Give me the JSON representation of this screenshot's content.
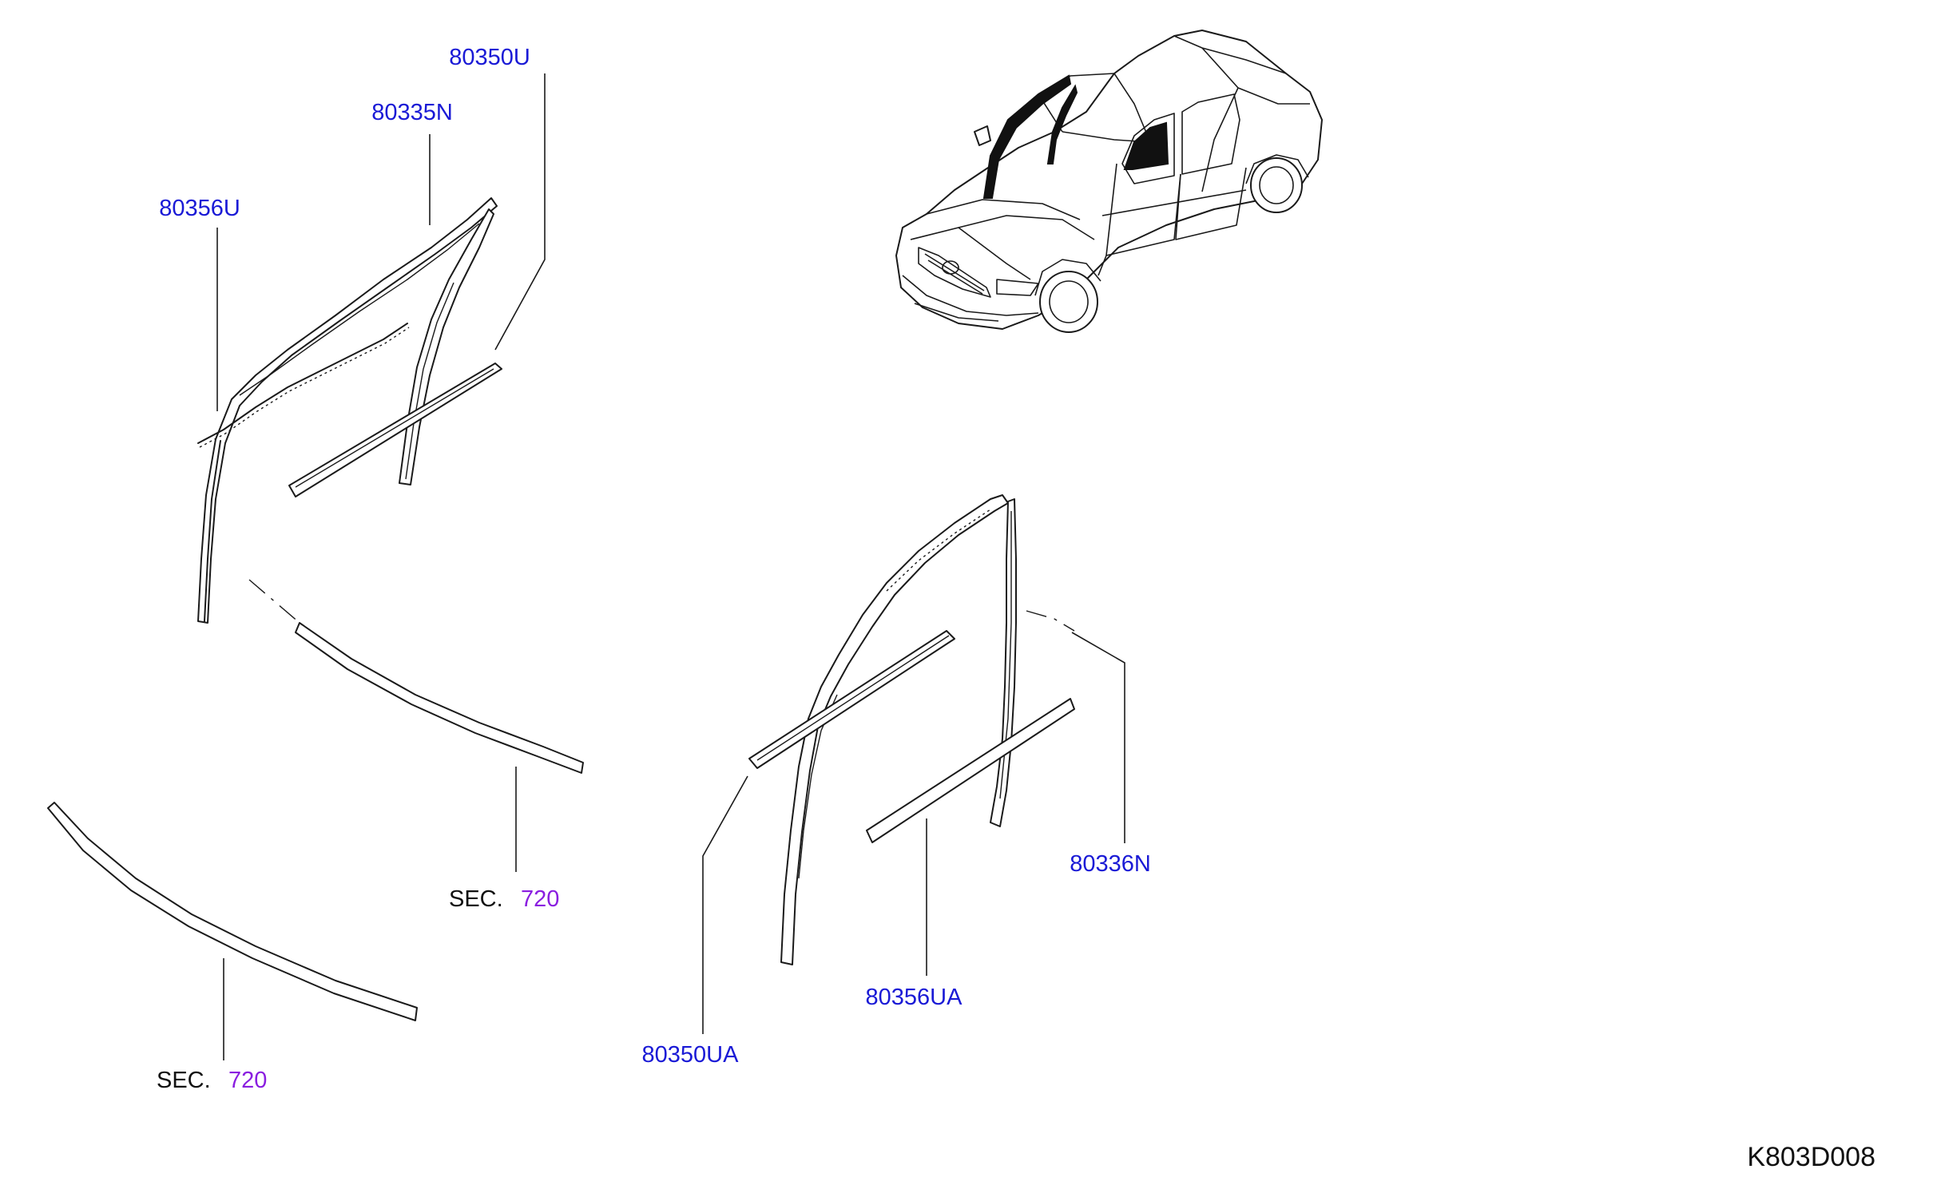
{
  "callouts": {
    "p80350U": "80350U",
    "p80335N": "80335N",
    "p80356U": "80356U",
    "p80336N": "80336N",
    "p80356UA": "80356UA",
    "p80350UA": "80350UA"
  },
  "section_refs": [
    {
      "prefix": "SEC.",
      "number": "720"
    },
    {
      "prefix": "SEC.",
      "number": "720"
    }
  ],
  "drawing_code": "K803D008",
  "colors": {
    "part_number": "#1a1ad6",
    "section_number": "#8a1ee0",
    "line": "#1a1a1a"
  }
}
